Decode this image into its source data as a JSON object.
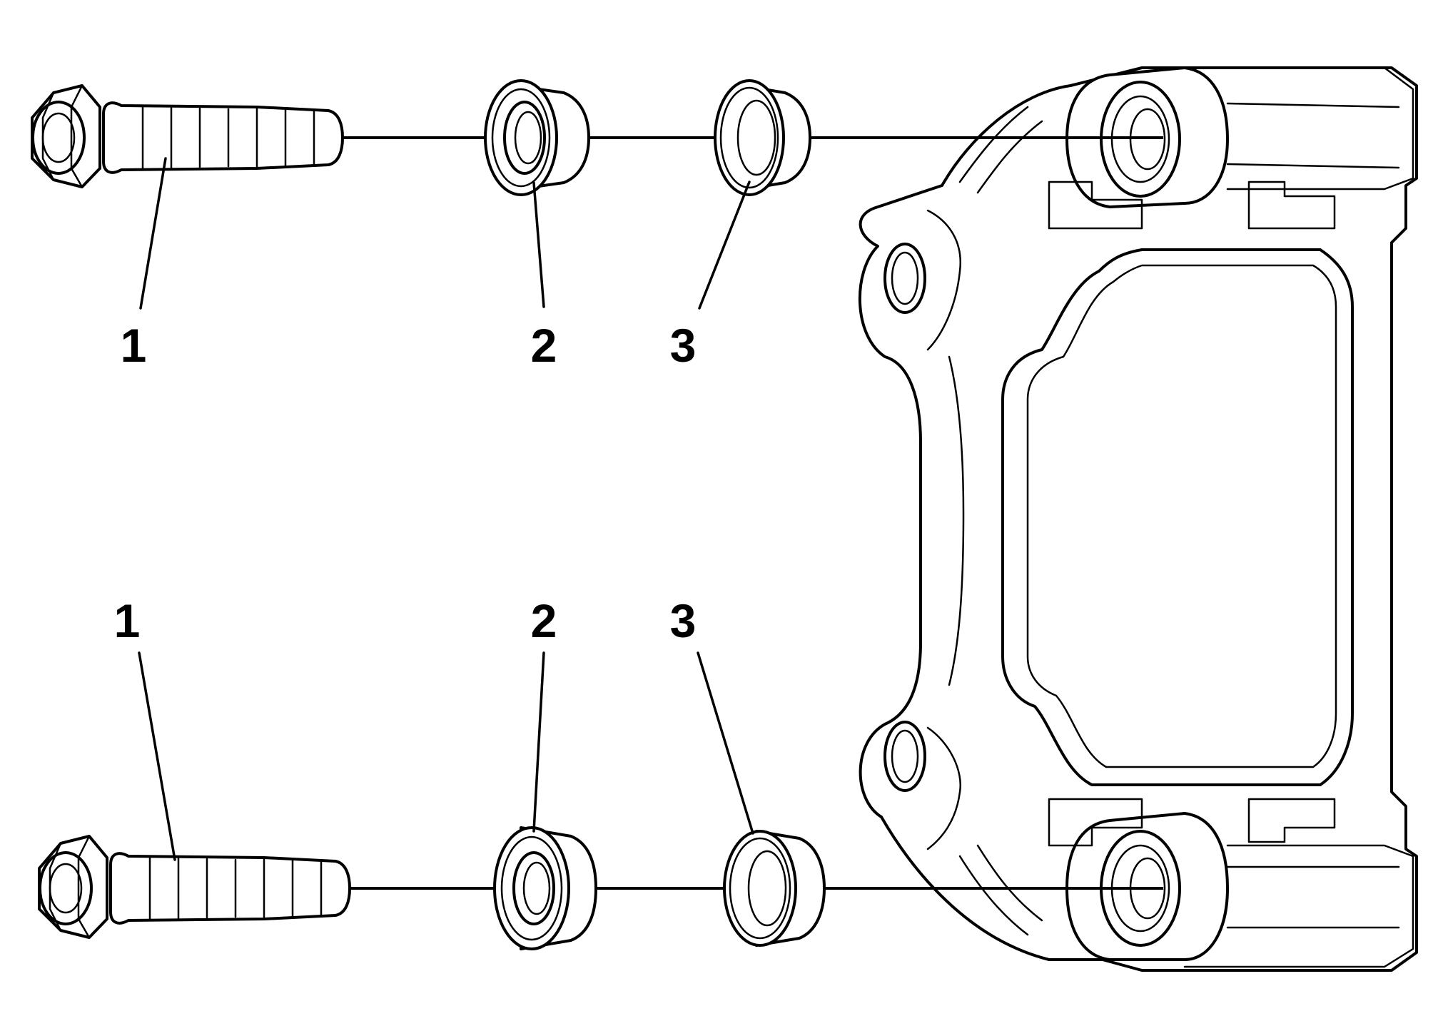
{
  "callouts": {
    "top_bolt": "1",
    "top_bushing": "2",
    "top_sleeve": "3",
    "bottom_bolt": "1",
    "bottom_bushing": "2",
    "bottom_sleeve": "3"
  },
  "colors": {
    "ink": "#000000",
    "background": "#ffffff"
  }
}
